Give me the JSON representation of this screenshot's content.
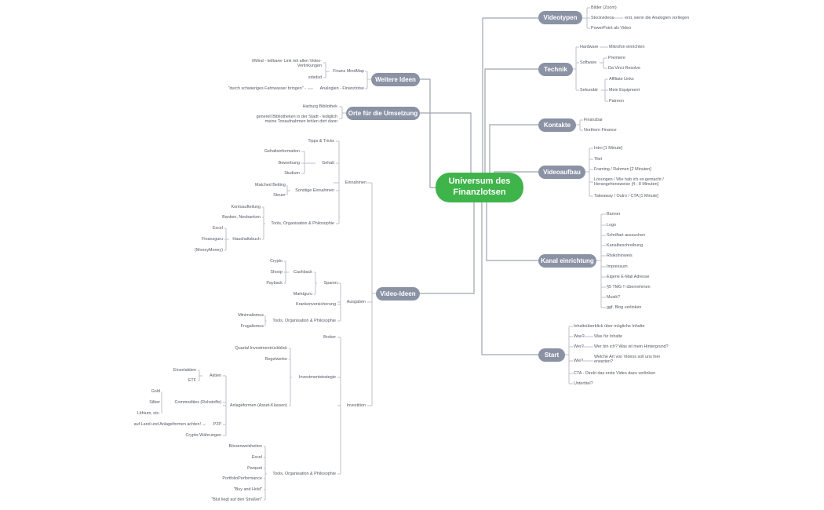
{
  "root": "Universum des Finanzlotsen",
  "main": {
    "videotypen": "Videotypen",
    "technik": "Technik",
    "kontakte": "Kontakte",
    "videoaufbau": "Videoaufbau",
    "kanal": "Kanal einrichtung",
    "start": "Start",
    "weitere": "Weitere Ideen",
    "orte": "Orte für die Umsetzung",
    "videoideen": "Video-Ideen"
  },
  "videotypen": {
    "bilder": "Bilder (Zoom)",
    "stockvideos": "Stockvideos",
    "stock_note": "erst, wenn die Analogien vorliegen",
    "powerpoint": "PowerPoint als Video"
  },
  "technik": {
    "hardware": "Hardware",
    "mikrofon": "Mikrofon einrichten",
    "software": "Software",
    "premiere": "Premiere",
    "davinci": "Da Vinci Resolve",
    "sekundaer": "Sekundär",
    "affiliate": "Affiliate Links",
    "equipment": "Mein Equipment",
    "patreon": "Patreon"
  },
  "kontakte": {
    "finanzbar": "Finanzbar",
    "northern": "Northern Finance"
  },
  "videoaufbau": {
    "intro": "Intro [1 Minute]",
    "titel": "Titel",
    "framing": "Framing / Rahmen [2 Minuten]",
    "loesungen": "Lösungen / Wie hab ich es gemacht / Herangehensweise [4 - 8 Minuten]",
    "takeaway": "Takeaway / Outro / CTA [1 Minute]"
  },
  "kanal": {
    "banner": "Banner",
    "logo": "Logo",
    "schriftart": "Schriftart aussuchen",
    "kanalbeschreibung": "Kanalbeschreibung",
    "risiko": "Risikohinweis",
    "impressum": "Impressum",
    "email": "Eigene E-Mail Adresse",
    "tmg": "§5 TMG !! übernehmen",
    "musik": "Musik?",
    "blog": "ggf. Blog verlinken"
  },
  "start": {
    "inhalt": "Inhaltsüberblick über mögliche Inhalte",
    "was": "Was?",
    "was_a": "Was für Inhalte",
    "wer": "Wer?",
    "wer_a": "Wer bin ich? Was ist mein Hintergrund?",
    "wie": "Wie?",
    "wie_a": "Welche Art von Videos soll uns hier erwarten?",
    "cta": "CTA - Direkt das erste Video dazu verlinken",
    "untertitel": "Untertitel?"
  },
  "weitere": {
    "xmind": "XMind - teilbarer Link mit allen Video-Verlinkungen",
    "mindmap": "Finanz MindMap",
    "sdsdsd": "sdsdsd",
    "schwierig": "\"durch schwieriges Fahrwasser bringen\" -",
    "analogien": "Analogien - Finanzlotse"
  },
  "orte": {
    "harburg": "Harburg Bibliothek",
    "generell": "generell Bibliotheken in der Stadt - lediglich meine Tonaufnahmen fehlen dort dann"
  },
  "videoideen": {
    "einnahmen": "Einnahmen",
    "tipps": "Tipps & Tricks",
    "gehalt": "Gehalt",
    "gehaltsinfo": "Gehaltsinformation",
    "bewerbung": "Bewerbung",
    "studium": "Studium",
    "sonstige": "Sonstige Einnahmen",
    "matched": "Matched Betting",
    "steuer": "Steuer",
    "tools_ein": "Tools, Organisation & Philosophie",
    "konto": "Kontoaufteilung",
    "banken": "Banken, Neobanken",
    "haushalt": "Haushaltsbuch",
    "excel1": "Excel",
    "finanzguru": "Finanzguru",
    "moneymoney": "(MoneyMoney)",
    "ausgaben": "Ausgaben",
    "sparen": "Sparen",
    "cashback": "Cashback",
    "crypto": "Crypto",
    "shoop": "Shoop",
    "payback": "Payback",
    "marktguru": "Marktguru",
    "kranken": "Krankenversicherung",
    "tools_aus": "Tools, Organisation & Philosophie",
    "minimalismus": "Minimalismus",
    "frugalismus": "Frugalismus",
    "investition": "Investition",
    "broker": "Broker",
    "strategie": "Investmentstrategie",
    "quartal": "Quartal Investmentrückblick",
    "regelwerke": "Regelwerke",
    "anlageformen": "Anlageformen (Asset-Klassen)",
    "aktien": "Aktien",
    "einzelaktien": "Einzelaktien",
    "etf": "ETF",
    "commodities": "Commodities (Rohstoffe)",
    "gold": "Gold",
    "silber": "Silber",
    "lithium": "Lithium, etc.",
    "p2p": "P2P",
    "land": "auf Land und Anlageformen achten!",
    "cryptow": "Crypto-Währungen",
    "tools_inv": "Tools, Organisation & Philosophie",
    "boersen": "Börsenweisheiten",
    "excel2": "Excel",
    "parqet": "Parquet",
    "portfolio": "PortfolioPerformance",
    "buyhold": "\"Buy and Hold\"",
    "blut": "\"Blut liegt auf den Straßen\""
  }
}
